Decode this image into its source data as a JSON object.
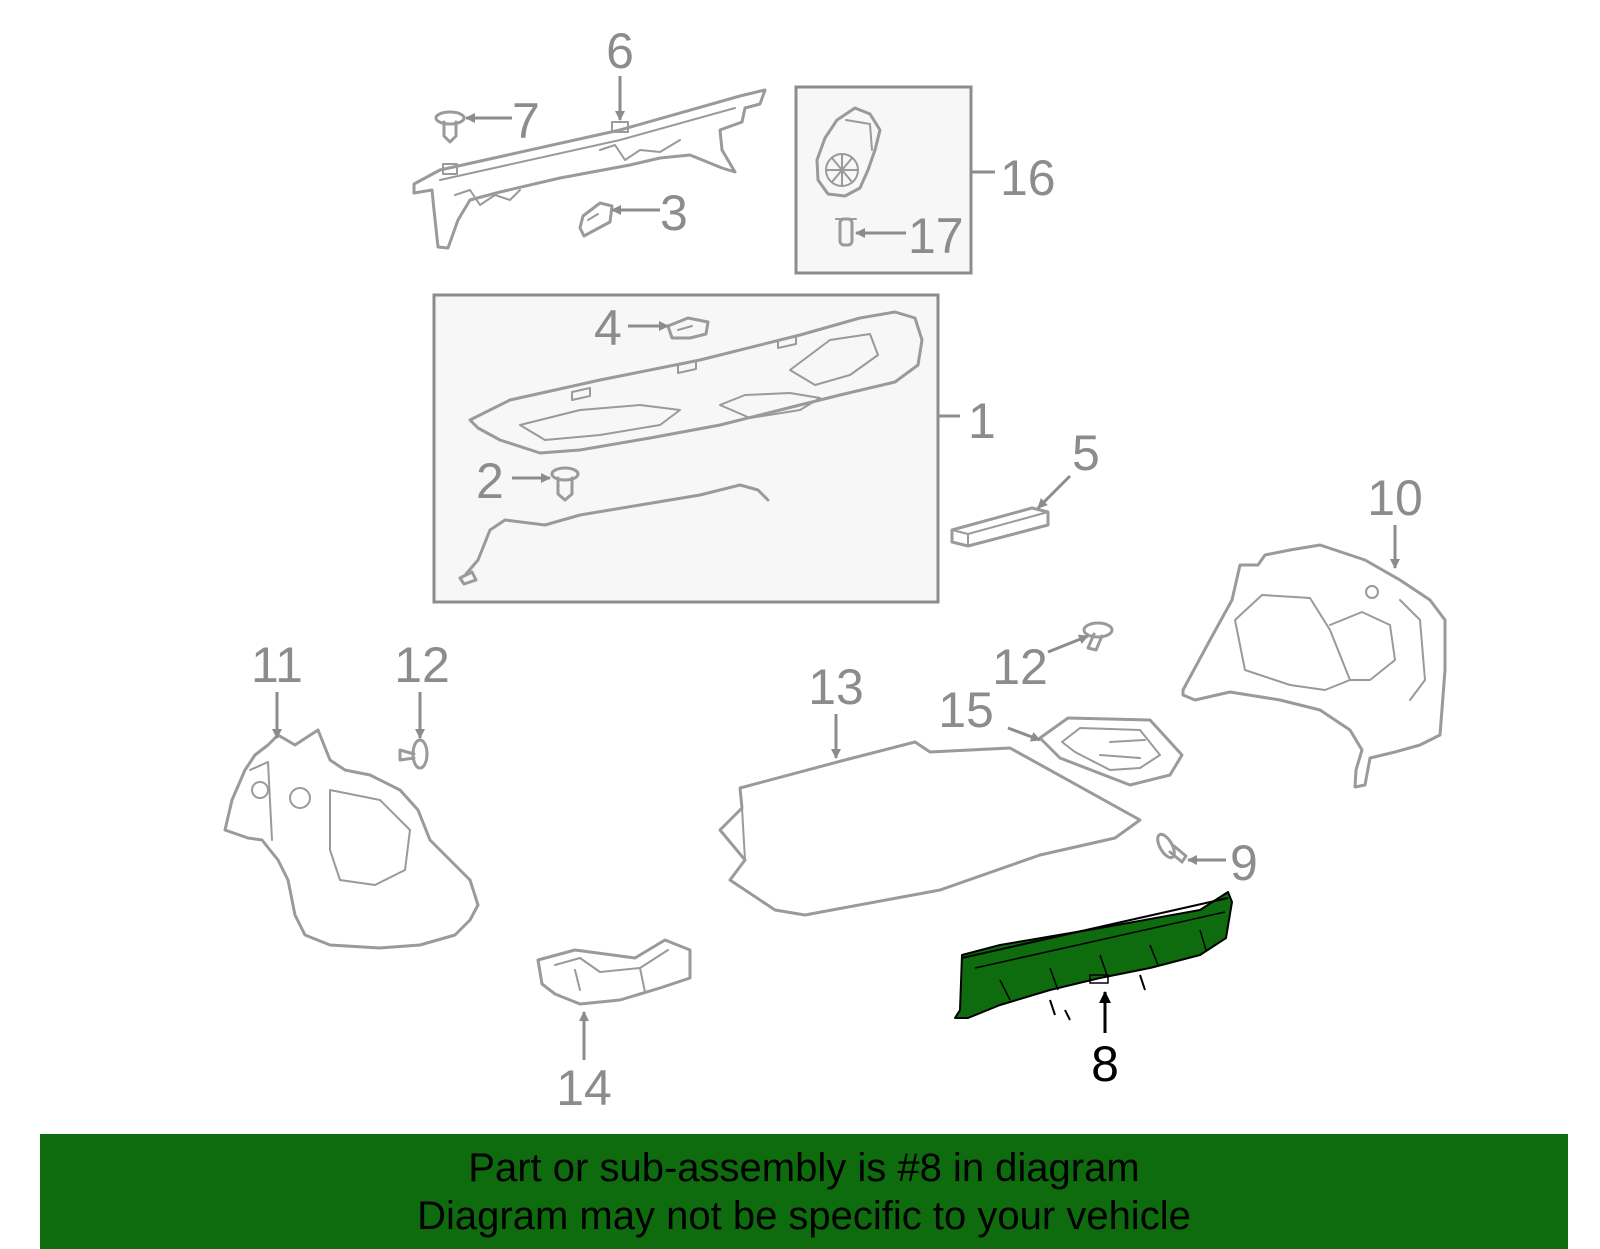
{
  "callouts": {
    "c1": "1",
    "c2": "2",
    "c3": "3",
    "c4": "4",
    "c5": "5",
    "c6": "6",
    "c7": "7",
    "c8": "8",
    "c9": "9",
    "c10": "10",
    "c11": "11",
    "c12a": "12",
    "c12b": "12",
    "c13": "13",
    "c14": "14",
    "c15": "15",
    "c16": "16",
    "c17": "17"
  },
  "highlight": {
    "part": "8",
    "color": "#0e6b0e"
  },
  "banner": {
    "line1": "Part or sub-assembly is #8 in diagram",
    "line2": "Diagram may not be specific to your vehicle",
    "background": "#0e6b0e"
  }
}
